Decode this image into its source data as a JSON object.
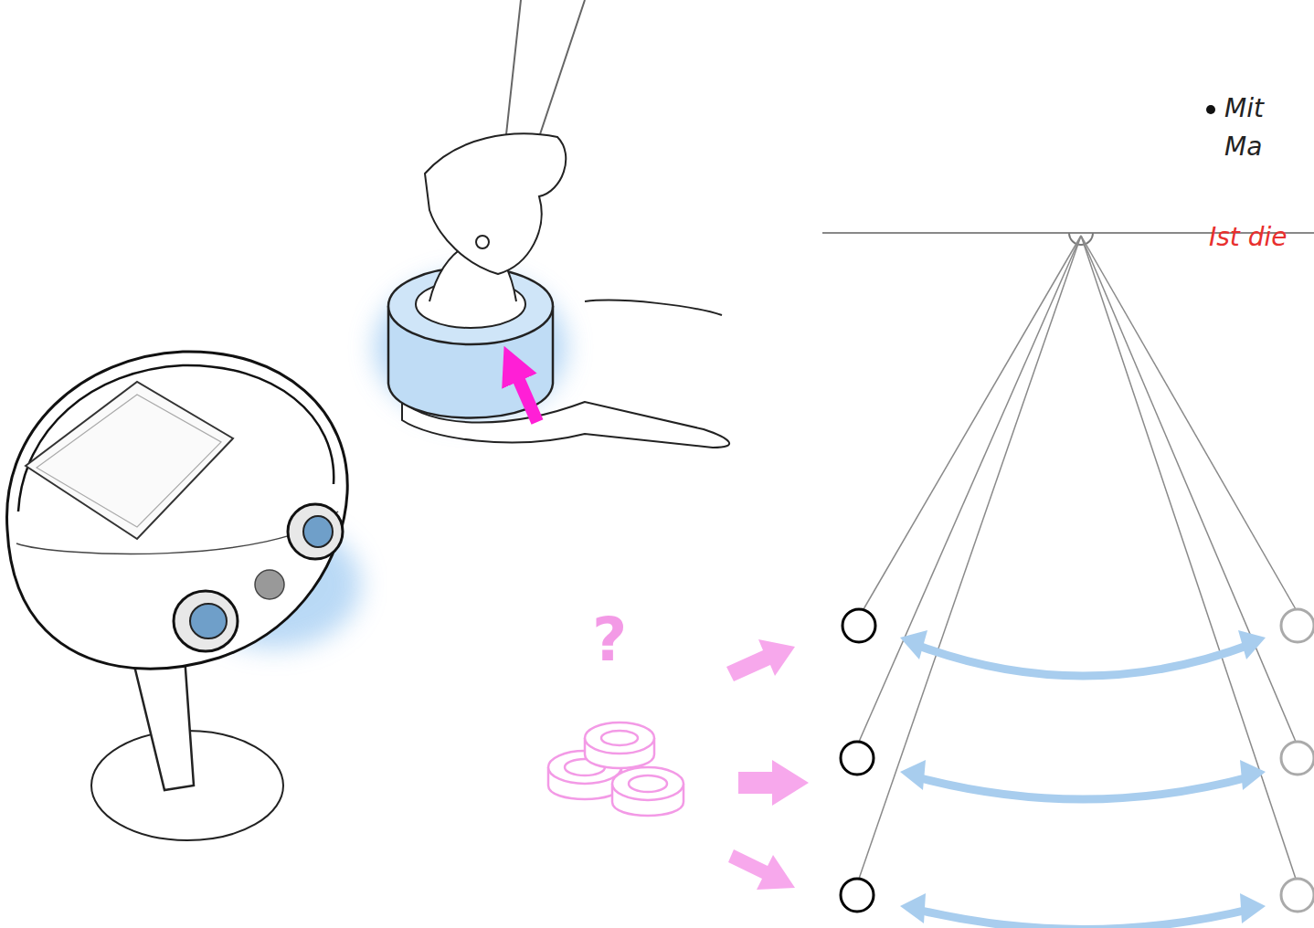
{
  "diagram": {
    "labels": [
      "Mit Ma",
      "Ist die",
      "?"
    ]
  }
}
